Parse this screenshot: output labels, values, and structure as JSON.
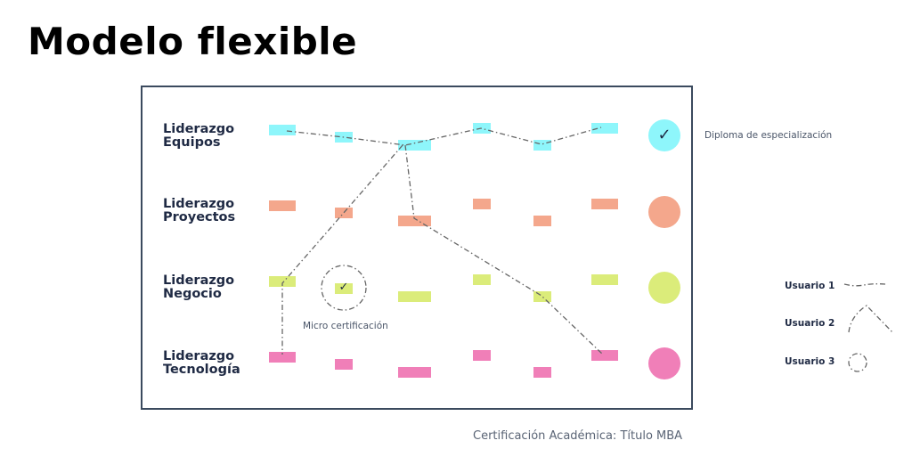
{
  "title": "Modelo flexible",
  "colors": {
    "equipos": "#8ef6fb",
    "proyectos": "#f4a78c",
    "negocio": "#dbec7a",
    "tecnologia": "#f07fb8",
    "frame": "#3b4a5e",
    "line": "#666666",
    "label": "#1f2a44"
  },
  "rows": [
    {
      "key": "equipos",
      "label_line1": "Liderazgo",
      "label_line2": "Equipos",
      "completed": true
    },
    {
      "key": "proyectos",
      "label_line1": "Liderazgo",
      "label_line2": "Proyectos",
      "completed": false
    },
    {
      "key": "negocio",
      "label_line1": "Liderazgo",
      "label_line2": "Negocio",
      "completed": false
    },
    {
      "key": "tecnologia",
      "label_line1": "Liderazgo",
      "label_line2": "Tecnología",
      "completed": false
    }
  ],
  "modules_per_row": 6,
  "annotations": {
    "diploma": "Diploma de especialización",
    "micro": "Micro certificación",
    "check_glyph": "✓"
  },
  "legend": [
    {
      "label": "Usuario 1",
      "icon": "dash-dot-wave-icon"
    },
    {
      "label": "Usuario 2",
      "icon": "dash-dot-branch-icon"
    },
    {
      "label": "Usuario 3",
      "icon": "dash-dot-circle-icon"
    }
  ],
  "footer": "Certificación Académica: Título MBA"
}
